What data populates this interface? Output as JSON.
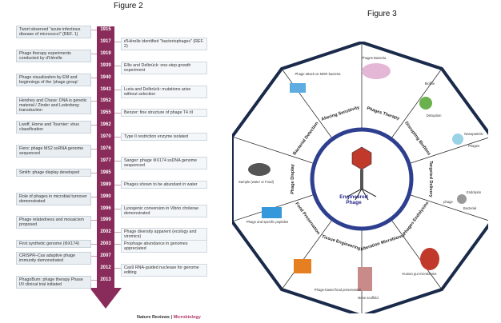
{
  "figure2": {
    "title": "Figure 2",
    "credit_journal": "Nature Reviews",
    "credit_sep": " | ",
    "credit_section": "Microbiology",
    "timeline": [
      {
        "year": "1915",
        "left": "Twort observed \"acute infectious disease of micrococci\" (REF. 1)",
        "right": ""
      },
      {
        "year": "1917",
        "left": "",
        "right": "d'Hérelle identified \"bacteriophages\" (REF. 2)"
      },
      {
        "year": "1919",
        "left": "Phage therapy experiments conducted by d'Hérelle",
        "right": ""
      },
      {
        "year": "1939",
        "left": "",
        "right": "Ellis and Delbrück: one-step growth experiment"
      },
      {
        "year": "1940",
        "left": "Phage visualization by EM and beginnings of the 'phage group'",
        "right": ""
      },
      {
        "year": "1943",
        "left": "",
        "right": "Luria and Delbrück: mutations arise without selection"
      },
      {
        "year": "1952",
        "left": "Hershey and Chase: DNA is genetic material / Zinder and Lederberg: transduction",
        "right": ""
      },
      {
        "year": "1955",
        "left": "",
        "right": "Benzer: fine structure of phage T4 rII"
      },
      {
        "year": "1962",
        "left": "Lwoff, Horne and Tournier: virus classification",
        "right": ""
      },
      {
        "year": "1970",
        "left": "",
        "right": "Type II restriction enzyme isolated"
      },
      {
        "year": "1976",
        "left": "Fiers: phage MS2 ssRNA genome sequenced",
        "right": ""
      },
      {
        "year": "1977",
        "left": "",
        "right": "Sanger: phage ΦX174 ssDNA genome sequenced"
      },
      {
        "year": "1985",
        "left": "Smith: phage display developed",
        "right": ""
      },
      {
        "year": "1989",
        "left": "",
        "right": "Phages shown to be abundant in water"
      },
      {
        "year": "1990",
        "left": "Role of phages in microbial turnover demonstrated",
        "right": ""
      },
      {
        "year": "1996",
        "left": "",
        "right": "Lysogenic conversion in Vibrio cholerae demonstrated"
      },
      {
        "year": "1999",
        "left": "Phage relatedness and mosaicism proposed",
        "right": ""
      },
      {
        "year": "2002",
        "left": "",
        "right": "Phage diversity apparent (ecology and viromics)"
      },
      {
        "year": "2003",
        "left": "First synthetic genome (ΦX174)",
        "right": "Prophage abundance in genomes appreciated"
      },
      {
        "year": "2007",
        "left": "CRISPR–Cas adaptive phage immunity demonstrated",
        "right": ""
      },
      {
        "year": "2012",
        "left": "",
        "right": "Cas9 RNA-guided nuclease for genome editing"
      },
      {
        "year": "2013",
        "left": "PhagoBurn: phage therapy Phase I/II clinical trial initiated",
        "right": ""
      }
    ]
  },
  "figure3": {
    "title": "Figure 3",
    "center_label": "Engineered Phage",
    "segments": [
      "Phages Therapy",
      "Disrupting Biofilms",
      "Targeted Delivery",
      "Phages Endolysins",
      "Alteration Microbiome",
      "Tissue Engineering",
      "Food Preservation",
      "Phage Display",
      "Bacterial Detection",
      "Altering Sensitivity"
    ],
    "labels": [
      "Phages Bacteria",
      "Phage attack on MDR bacteria",
      "Biofilm",
      "Disruption",
      "Nanoparticle",
      "Phages",
      "Endolysin",
      "phage",
      "Bacterial",
      "Human gut microbiome",
      "Bone scaffold",
      "Phage-based food preservation",
      "Phage and specific peptides",
      "Sample (water or Food)"
    ]
  }
}
